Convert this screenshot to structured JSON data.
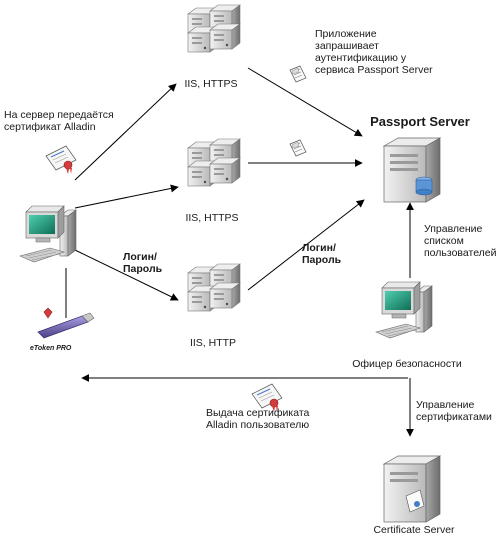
{
  "servers": {
    "iis_top": "IIS, HTTPS",
    "iis_mid": "IIS, HTTPS",
    "iis_bottom": "IIS, HTTP"
  },
  "passport_server": {
    "title": "Passport Server"
  },
  "certificate_server": {
    "label": "Certificate Server"
  },
  "security_officer": {
    "label": "Офицер безопасности"
  },
  "usb_token": {
    "label": "eToken PRO"
  },
  "labels": {
    "app_request": [
      "Приложение",
      "запрашивает",
      "аутентификацию у",
      "сервиса Passport Server"
    ],
    "cert_sent": [
      "На сервер передаётся",
      "сертификат Alladin"
    ],
    "login_left": [
      "Логин/",
      "Пароль"
    ],
    "login_right": [
      "Логин/",
      "Пароль"
    ],
    "user_mgmt": [
      "Управление",
      "списком",
      "пользователей"
    ],
    "cert_mgmt": [
      "Управление",
      "сертификатами"
    ],
    "cert_issue": [
      "Выдача сертификата",
      "Alladin пользователю"
    ]
  },
  "colors": {
    "arrow": "#000000",
    "server_light": "#dcdcdc",
    "server_dark": "#8f8f8f",
    "screen": "#1f9d7a",
    "token_body": "#7a6bb3",
    "certificate_seal": "#d23c3c"
  }
}
